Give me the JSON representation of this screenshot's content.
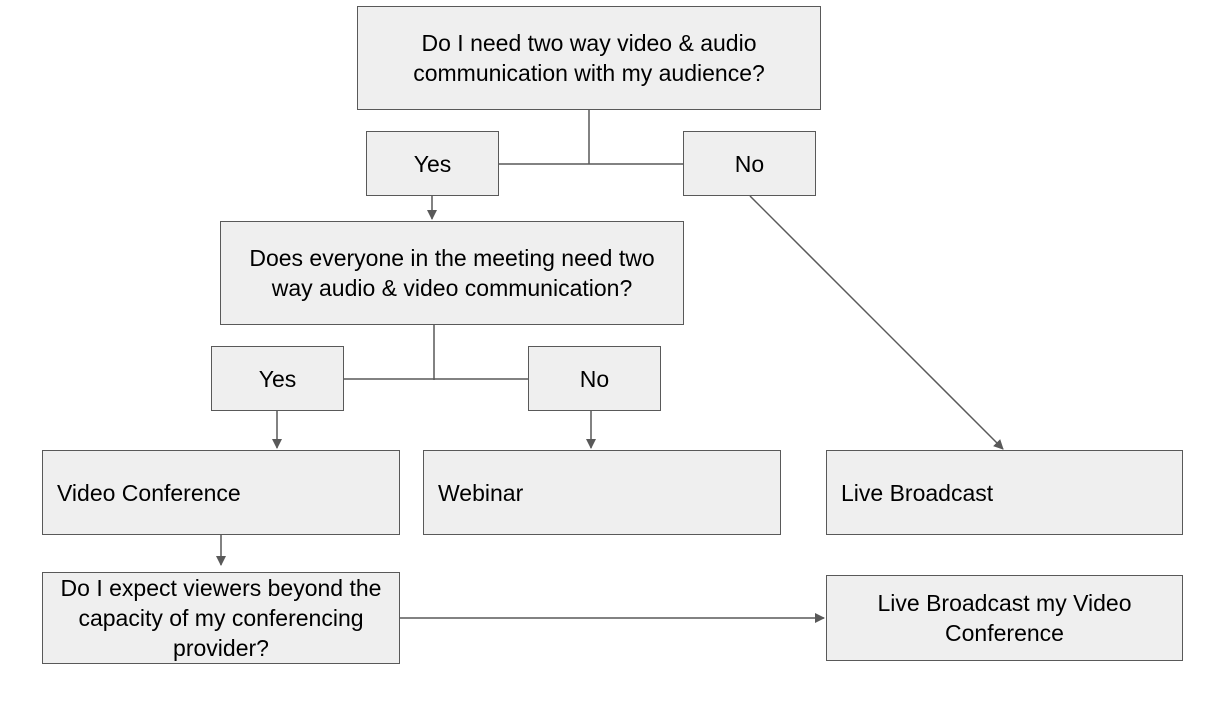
{
  "flowchart": {
    "q1": "Do I need two way video & audio communication with my audience?",
    "q1_yes": "Yes",
    "q1_no": "No",
    "q2": "Does everyone in the meeting need two way audio & video communication?",
    "q2_yes": "Yes",
    "q2_no": "No",
    "video_conference": "Video Conference",
    "webinar": "Webinar",
    "live_broadcast": "Live Broadcast",
    "q3": "Do I expect viewers beyond the capacity of my conferencing provider?",
    "live_broadcast_vc": "Live Broadcast my Video Conference"
  },
  "colors": {
    "box_fill": "#efefef",
    "box_border": "#595959",
    "connector": "#595959"
  }
}
